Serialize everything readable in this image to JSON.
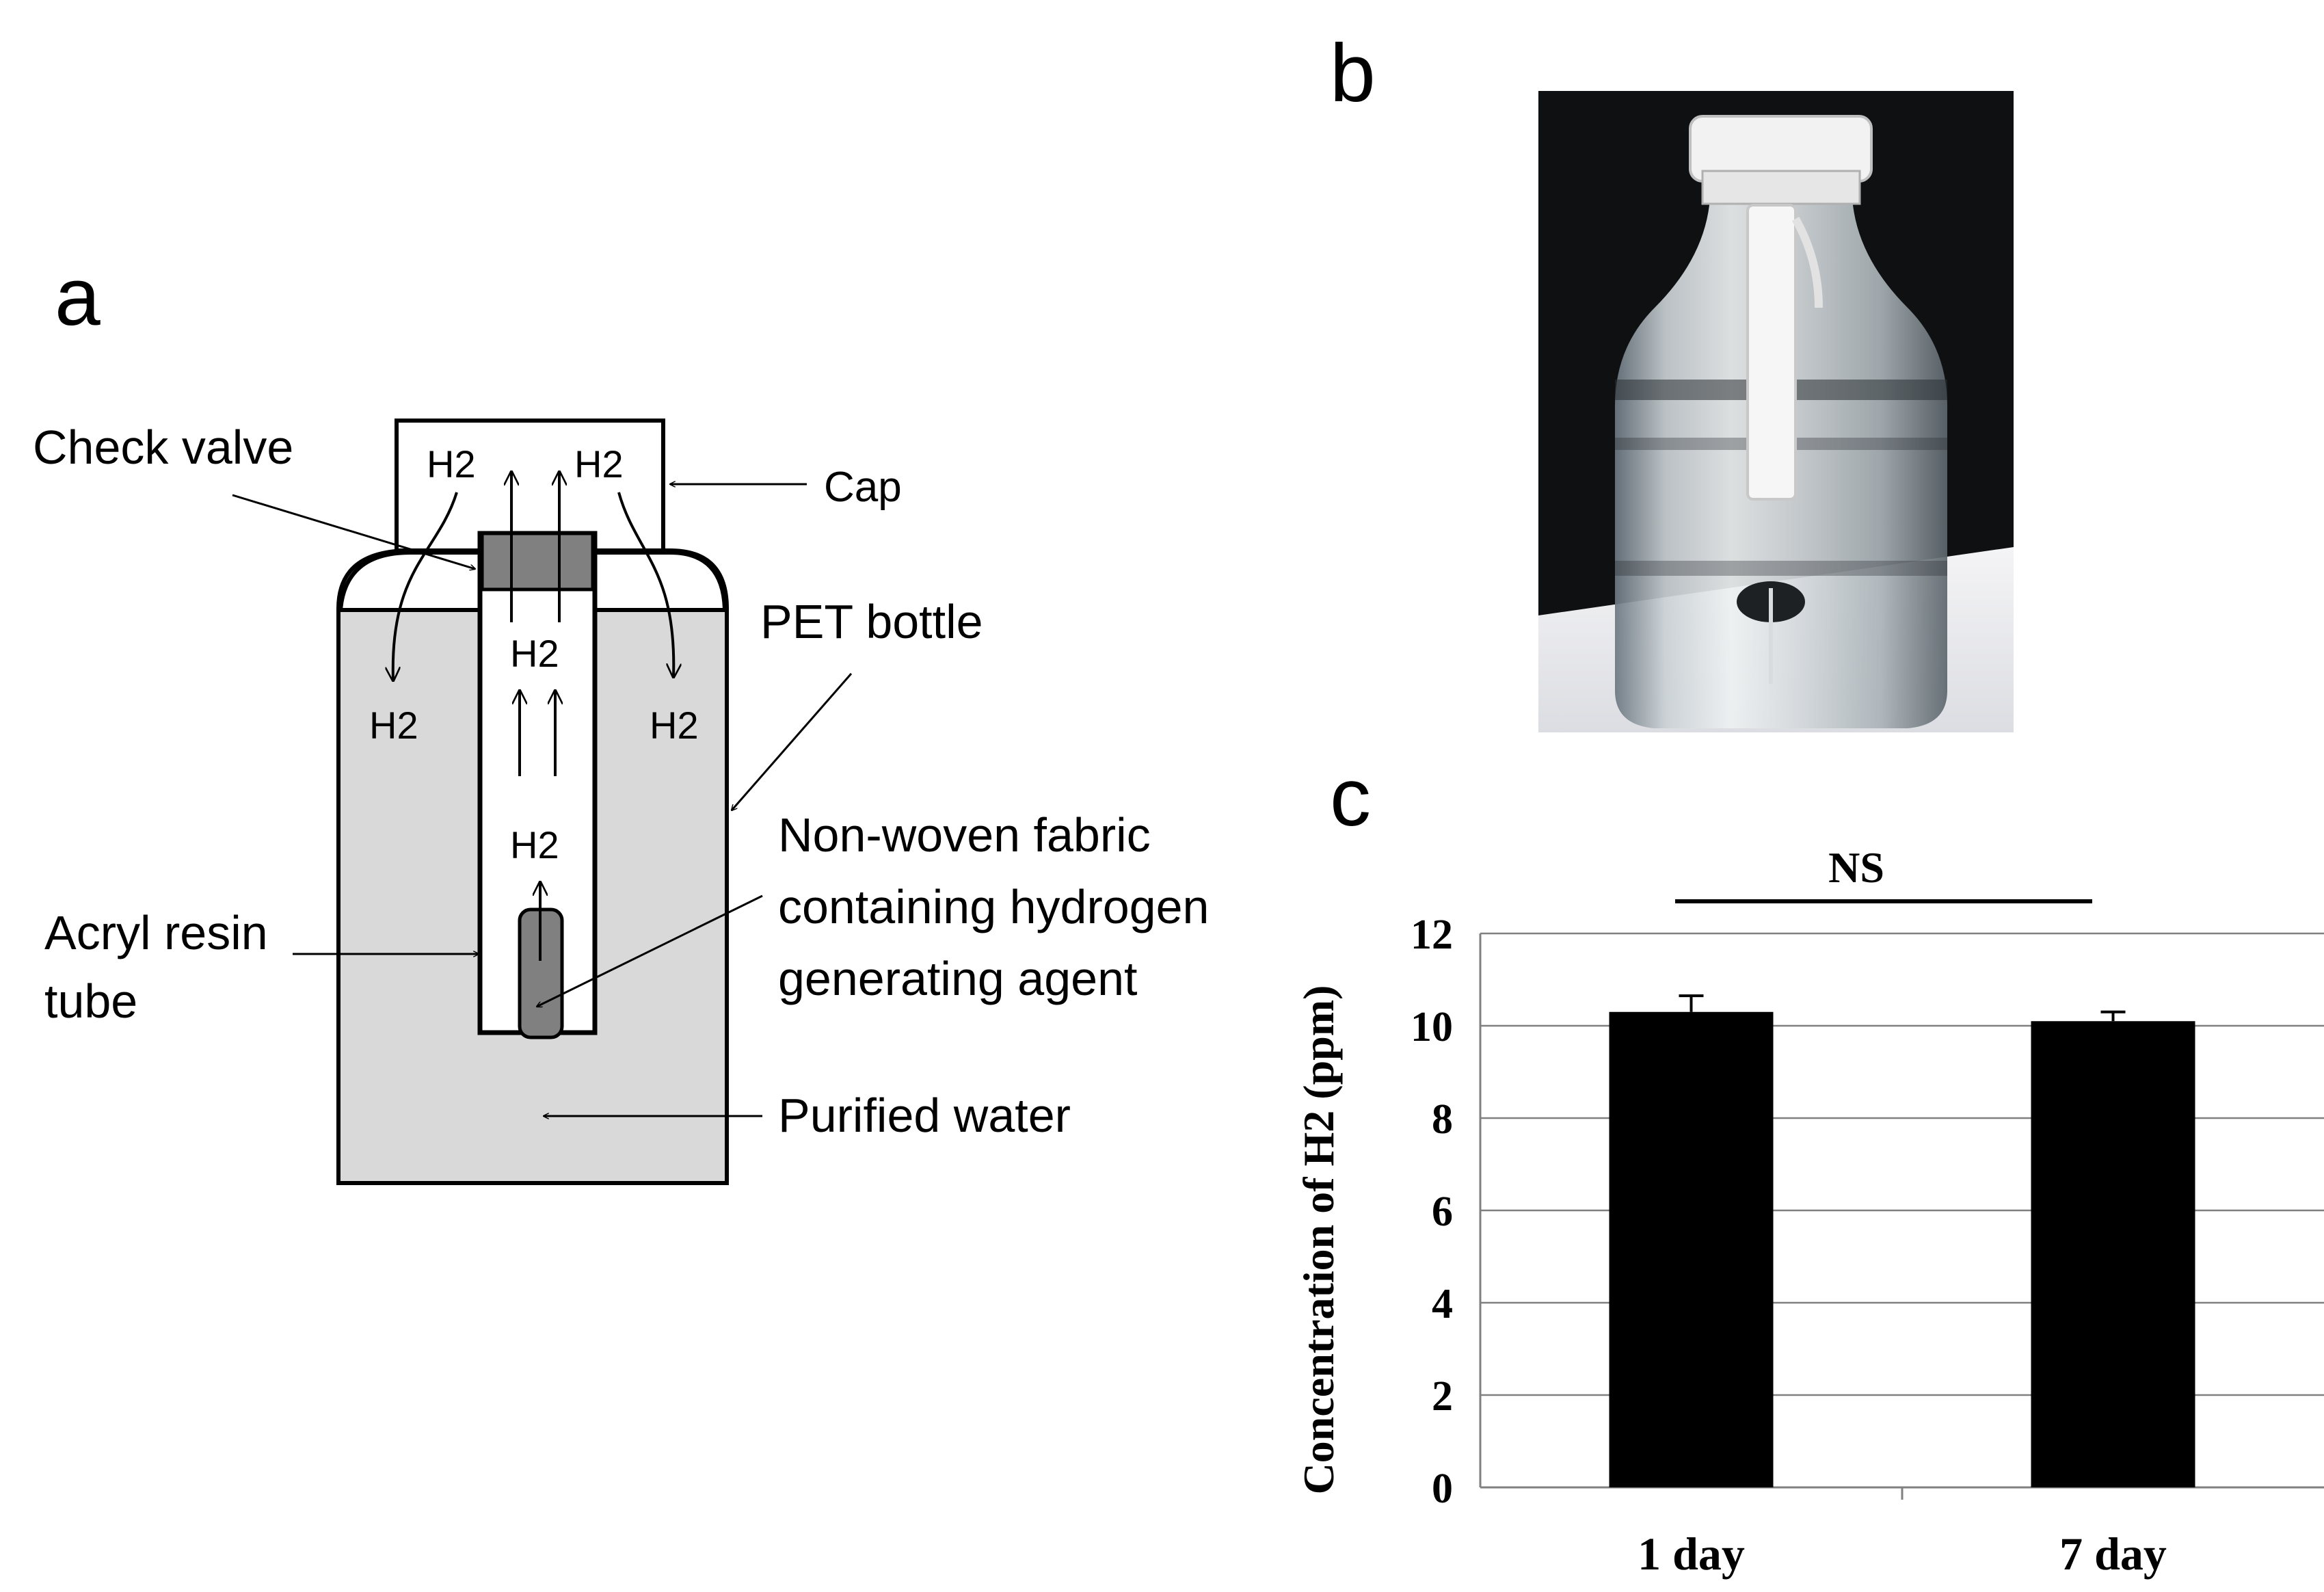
{
  "panels": {
    "a": {
      "letter": "a",
      "labels": {
        "check_valve": "Check valve",
        "cap": "Cap",
        "pet_bottle": "PET bottle",
        "nonwoven_line1": "Non-woven fabric",
        "nonwoven_line2": "containing hydrogen",
        "nonwoven_line3": "generating  agent",
        "acryl_line1": "Acryl resin",
        "acryl_line2": "tube",
        "purified_water": "Purified water",
        "h2": "H2"
      },
      "colors": {
        "water_fill": "#d9d9d9",
        "valve_fill": "#808080",
        "fabric_fill": "#808080",
        "outline": "#000000"
      }
    },
    "b": {
      "letter": "b",
      "photo_description_icon": "pet-bottle-photo"
    },
    "c": {
      "letter": "c",
      "significance_label": "NS"
    }
  },
  "chart_data": {
    "type": "bar",
    "categories": [
      "1 day",
      "7 day"
    ],
    "values": [
      10.3,
      10.1
    ],
    "errors": [
      0.35,
      0.2
    ],
    "ylabel": "Concentration of H2 (ppm)",
    "xlabel": "",
    "ylim": [
      0,
      12
    ],
    "yticks": [
      0,
      2,
      4,
      6,
      8,
      10,
      12
    ],
    "grid": true,
    "bar_color": "#000000",
    "significance": "NS"
  }
}
